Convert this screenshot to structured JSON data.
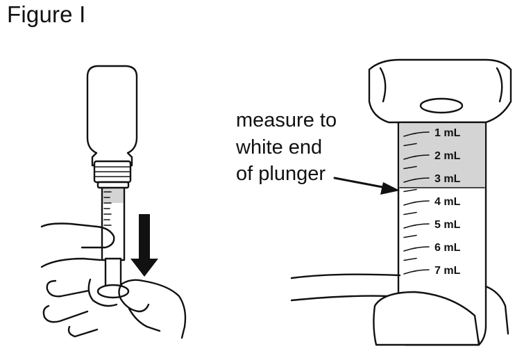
{
  "figure": {
    "title": "Figure I"
  },
  "callout": {
    "lines": [
      "measure to",
      "white end",
      "of plunger"
    ]
  },
  "syringe": {
    "marks": [
      "1 mL",
      "2 mL",
      "3 mL",
      "4 mL",
      "5 mL",
      "6 mL",
      "7 mL"
    ],
    "dose_mL": 3
  }
}
